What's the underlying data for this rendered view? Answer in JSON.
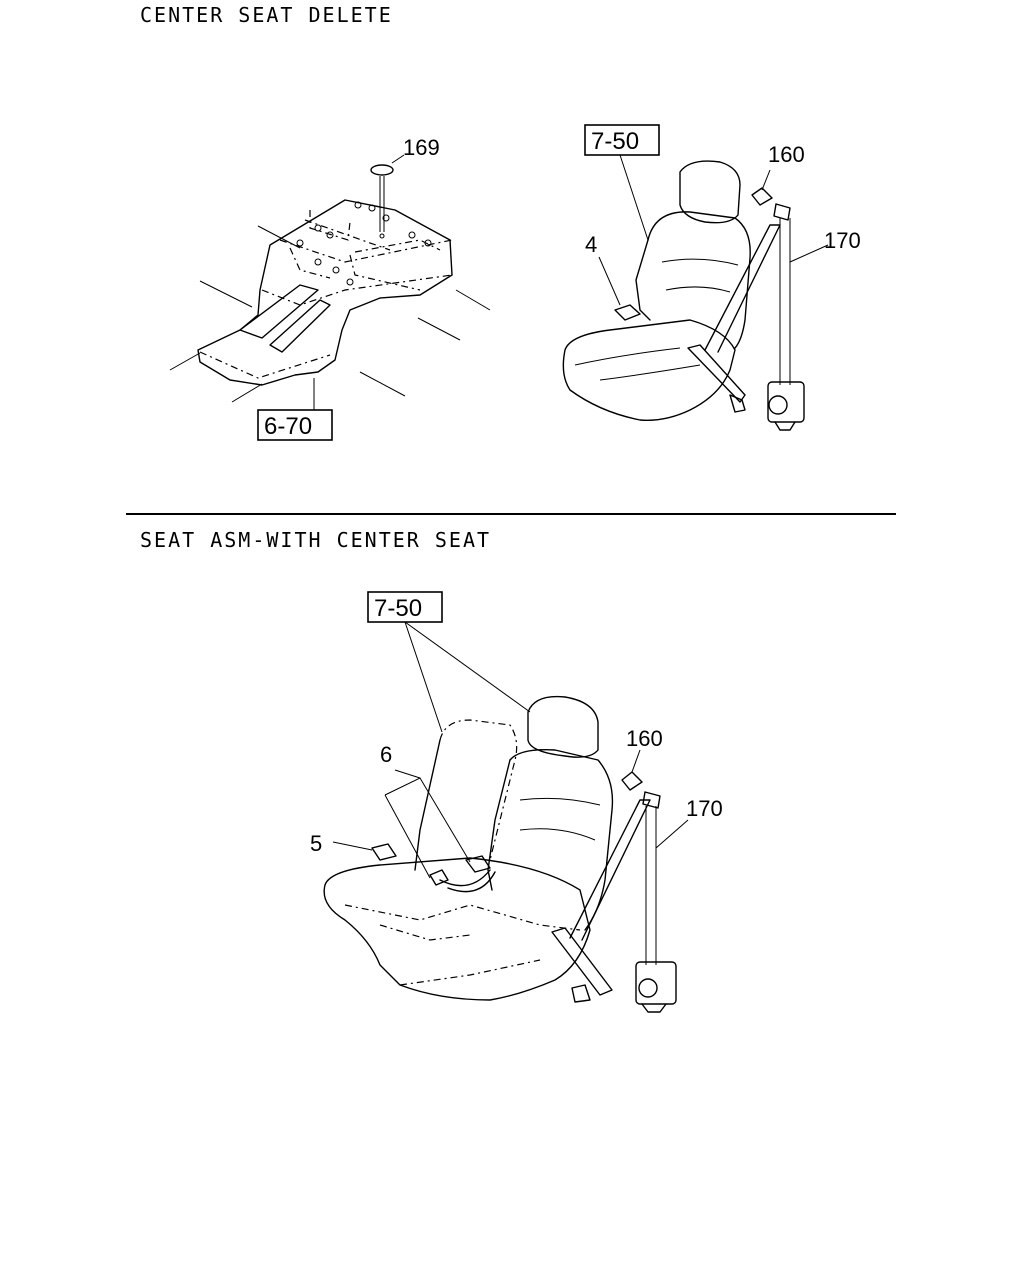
{
  "sections": [
    {
      "title": "CENTER SEAT DELETE"
    },
    {
      "title": "SEAT ASM-WITH CENTER SEAT"
    }
  ],
  "callouts_top": {
    "console_ref": "6-70",
    "plug": "169",
    "seat_ref": "7-50",
    "buckle": "4",
    "cover": "160",
    "belt": "170"
  },
  "callouts_bottom": {
    "seat_ref": "7-50",
    "buckle_center": "6",
    "buckle_left": "5",
    "cover": "160",
    "belt": "170"
  }
}
